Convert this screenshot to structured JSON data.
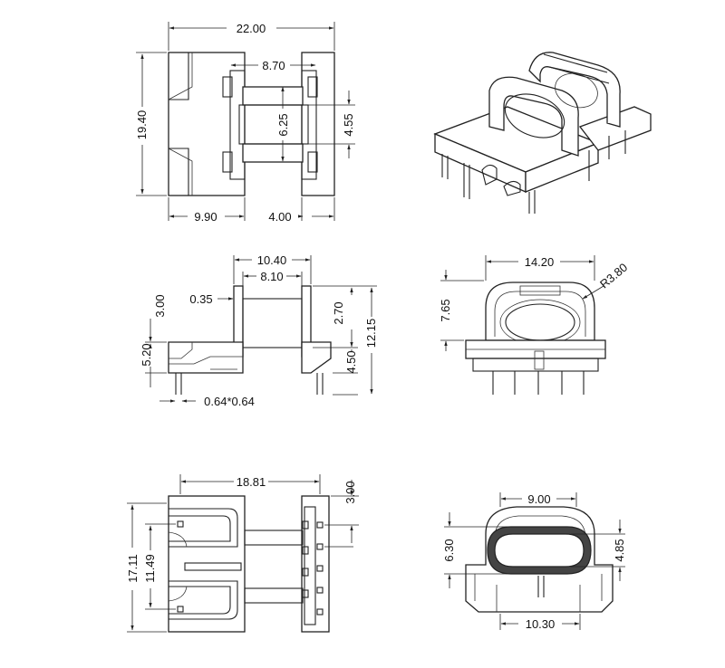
{
  "dims": {
    "top": {
      "width": "22.00",
      "inner": "8.70",
      "height": "19.40",
      "d625": "6.25",
      "d455": "4.55",
      "left": "9.90",
      "right": "4.00"
    },
    "side": {
      "d1040": "10.40",
      "d810": "8.10",
      "d035": "0.35",
      "d300": "3.00",
      "d270": "2.70",
      "d1215": "12.15",
      "d520": "5.20",
      "d450": "4.50",
      "pin": "0.64*0.64"
    },
    "front": {
      "d1420": "14.20",
      "r380": "R3.80",
      "d765": "7.65"
    },
    "bottom": {
      "d1881": "18.81",
      "d300": "3.00",
      "d1711": "17.11",
      "d1149": "11.49"
    },
    "end": {
      "d900": "9.00",
      "d630": "6.30",
      "d485": "4.85",
      "d1030": "10.30"
    }
  }
}
